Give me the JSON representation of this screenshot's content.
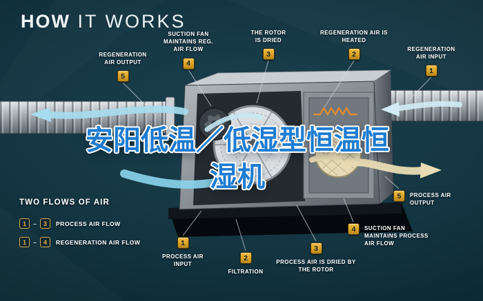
{
  "title": {
    "bold": "HOW",
    "light": " IT WORKS"
  },
  "overlay_title": "安阳低温／低湿型恒温恒湿机",
  "two_flows_heading": "TWO FLOWS OF AIR",
  "legend": {
    "rows": [
      {
        "from": "1",
        "sep": "–",
        "to": "3",
        "label": "PROCESS AIR FLOW"
      },
      {
        "from": "1",
        "sep": "–",
        "to": "4",
        "label": "REGENERATION AIR FLOW"
      }
    ]
  },
  "regeneration_callouts": [
    {
      "num": "5",
      "label": "REGENERATION AIR OUTPUT"
    },
    {
      "num": "4",
      "label": "SUCTION FAN MAINTAINS REG. AIR FLOW"
    },
    {
      "num": "3",
      "label": "THE ROTOR IS DRIED"
    },
    {
      "num": "2",
      "label": "REGENERATION AIR IS HEATED"
    },
    {
      "num": "1",
      "label": "REGENERATION AIR INPUT"
    }
  ],
  "process_callouts": [
    {
      "num": "1",
      "label": "PROCESS AIR INPUT"
    },
    {
      "num": "2",
      "label": "FILTRATION"
    },
    {
      "num": "3",
      "label": "PROCESS AIR IS DRIED BY THE ROTOR"
    },
    {
      "num": "4",
      "label": "SUCTION FAN MAINTAINS PROCESS AIR FLOW"
    },
    {
      "num": "5",
      "label": "PROCESS AIR OUTPUT"
    }
  ],
  "colors": {
    "background": "#0e2b35",
    "badge_gold": "#d9a226",
    "label_white": "#ffffff",
    "flow_blue": "#9fd8ee",
    "flow_cyan": "#89d3ea",
    "flow_beige": "#e9dcb4",
    "overlay_blue": "#1e7cd2"
  }
}
